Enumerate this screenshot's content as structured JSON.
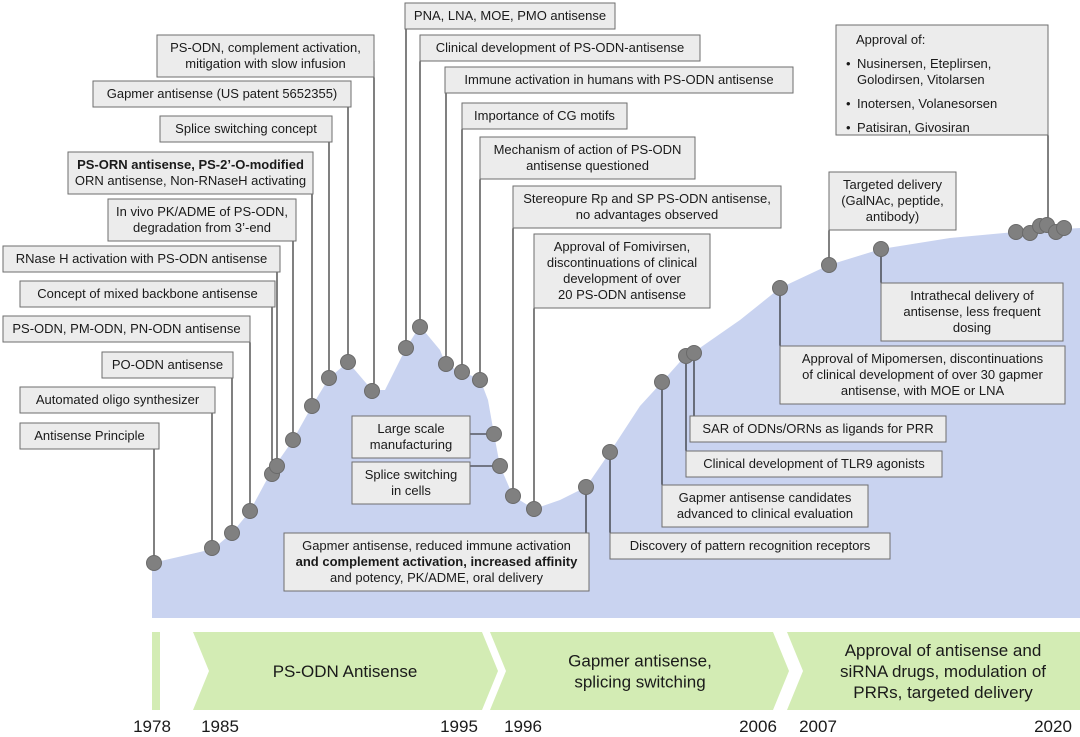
{
  "colors": {
    "area_fill": "#c9d3f0",
    "era_fill": "#d3ecb4",
    "box_fill": "#ececec",
    "box_stroke": "#6e6e6e",
    "dot_fill": "#808080"
  },
  "events": {
    "antisense_principle": [
      "Antisense Principle"
    ],
    "automated_oligo": [
      "Automated oligo synthesizer"
    ],
    "po_odn": [
      "PO-ODN antisense"
    ],
    "ps_pm_pn": [
      "PS-ODN, PM-ODN, PN-ODN antisense"
    ],
    "mixed_backbone": [
      "Concept of mixed backbone antisense"
    ],
    "rnase_h": [
      "RNase H activation with PS-ODN antisense"
    ],
    "pk_adme": [
      "In vivo PK/ADME of PS-ODN,",
      "degradation from 3’-end"
    ],
    "ps_orn": [
      "PS-ORN antisense, PS-2’-O-modified",
      "ORN antisense, Non-RNaseH activating"
    ],
    "splice_concept": [
      "Splice switching concept"
    ],
    "gapmer_patent": [
      "Gapmer antisense (US patent 5652355)"
    ],
    "complement": [
      "PS-ODN, complement activation,",
      "mitigation with slow infusion"
    ],
    "pna_lna": [
      "PNA, LNA, MOE, PMO antisense"
    ],
    "clinical_dev": [
      "Clinical development of PS-ODN-antisense"
    ],
    "immune_humans": [
      "Immune activation in humans with PS-ODN antisense"
    ],
    "cg_motifs": [
      "Importance of CG motifs"
    ],
    "moa_questioned": [
      "Mechanism of action of PS-ODN",
      "antisense questioned"
    ],
    "stereopure": [
      "Stereopure Rp and SP PS-ODN antisense,",
      "no advantages observed"
    ],
    "fomivirsen": [
      "Approval of Fomivirsen,",
      "discontinuations of clinical",
      "development of over",
      "20 PS-ODN antisense"
    ],
    "large_scale": [
      "Large scale",
      "manufacturing"
    ],
    "splice_cells": [
      "Splice switching",
      "in cells"
    ],
    "gapmer_reduced": [
      "Gapmer antisense, reduced immune activation",
      "and complement activation, increased affinity",
      "and potency, PK/ADME, oral delivery"
    ],
    "prr_discovery": [
      "Discovery of pattern recognition receptors"
    ],
    "gapmer_candidates": [
      "Gapmer antisense candidates",
      "advanced to clinical evaluation"
    ],
    "tlr9": [
      "Clinical development of TLR9 agonists"
    ],
    "sar_odn": [
      "SAR of ODNs/ORNs as ligands for PRR"
    ],
    "mipomersen": [
      "Approval of Mipomersen, discontinuations",
      "of clinical development of over 30 gapmer",
      "antisense, with MOE or LNA"
    ],
    "intrathecal": [
      "Intrathecal delivery of",
      "antisense, less frequent",
      "dosing"
    ],
    "targeted_delivery": [
      "Targeted delivery",
      "(GalNAc, peptide,",
      "antibody)"
    ],
    "approval_heading": [
      "Approval of:"
    ],
    "approval_items": [
      [
        "Nusinersen, Eteplirsen,",
        "Golodirsen, Vitolarsen"
      ],
      [
        "Inotersen, Volanesorsen"
      ],
      [
        "Patisiran, Givosiran"
      ]
    ]
  },
  "eras": [
    {
      "label": [
        "PS-ODN Antisense"
      ]
    },
    {
      "label": [
        "Gapmer antisense,",
        "splicing switching"
      ]
    },
    {
      "label": [
        "Approval of antisense and",
        "siRNA drugs, modulation of",
        "PRRs, targeted delivery"
      ]
    }
  ],
  "years": [
    "1978",
    "1985",
    "1995",
    "1996",
    "2006",
    "2007",
    "2020"
  ]
}
